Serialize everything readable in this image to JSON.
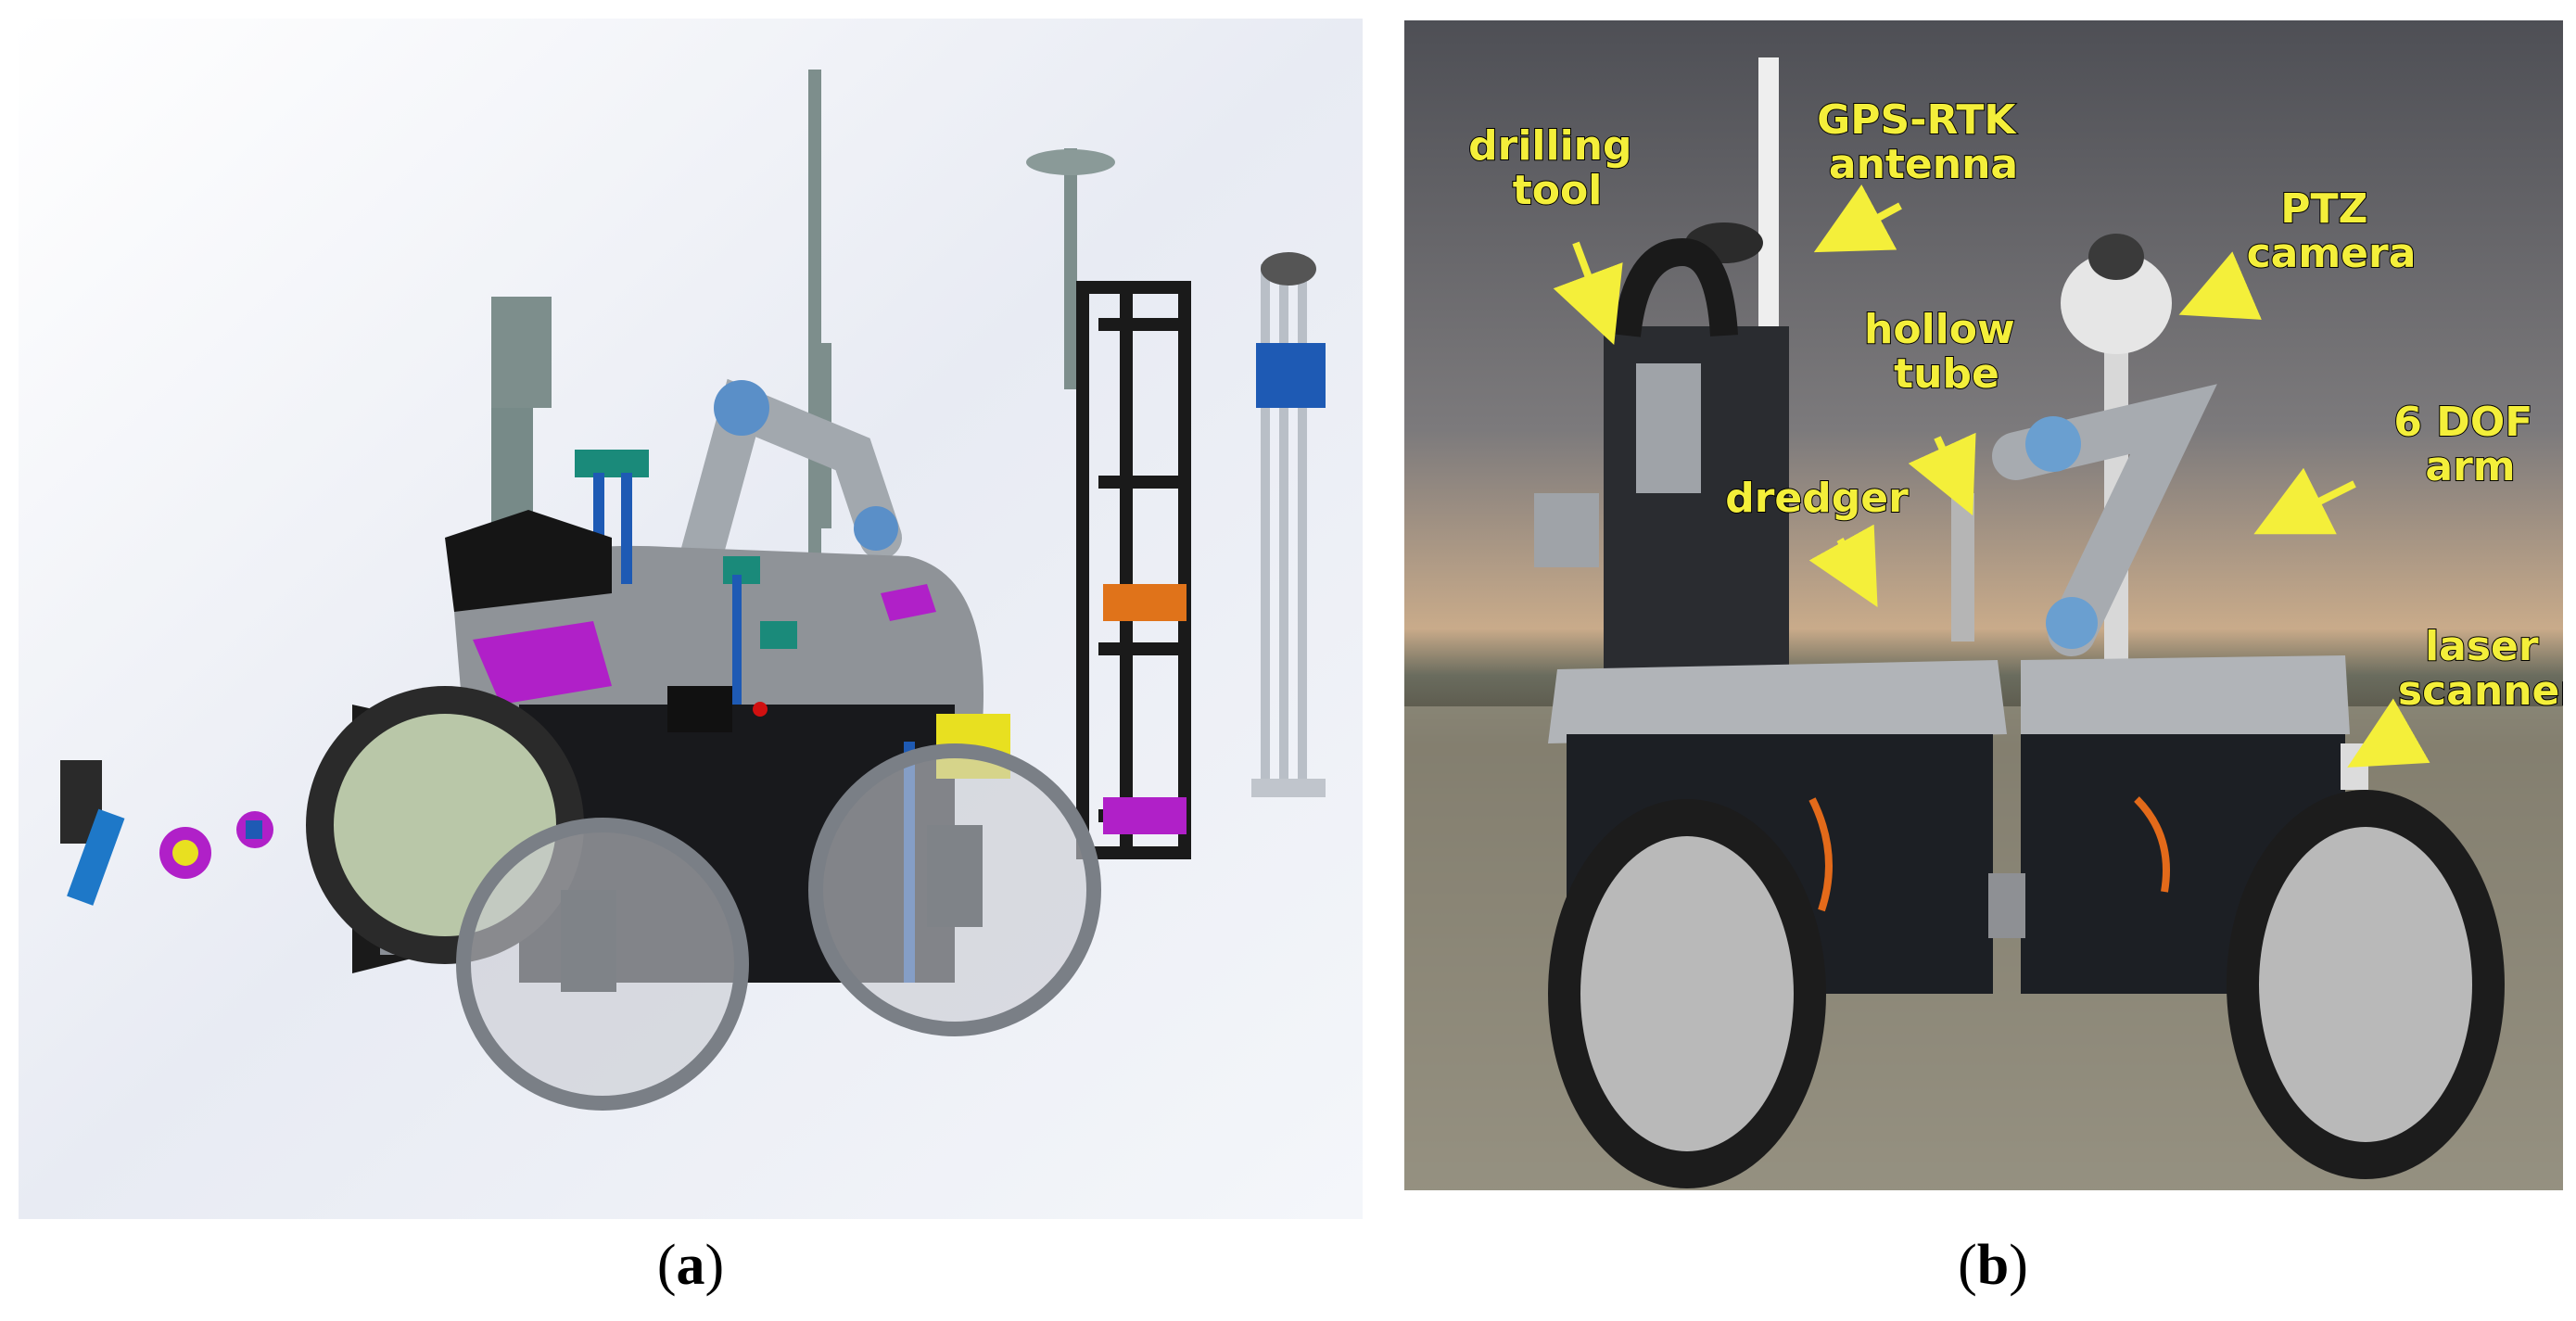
{
  "captions": {
    "a": "a",
    "b": "b"
  },
  "labels": {
    "drilling_tool": [
      "drilling",
      "tool"
    ],
    "gps_rtk_antenna": [
      "GPS-RTK",
      "antenna"
    ],
    "ptz_camera": [
      "PTZ",
      "camera"
    ],
    "hollow_tube": [
      "hollow",
      "tube"
    ],
    "dredger": "dredger",
    "dof_arm": [
      "6 DOF",
      "arm"
    ],
    "laser_scanner": [
      "laser",
      "scanner"
    ]
  },
  "colors": {
    "label_fill": "#f4ef3a",
    "robot_body": "#1c1f24",
    "robot_top": "#a9adb2",
    "cad_green": "#1a8a7a",
    "cad_magenta": "#b020c8",
    "cad_blue": "#1e5ab4"
  }
}
